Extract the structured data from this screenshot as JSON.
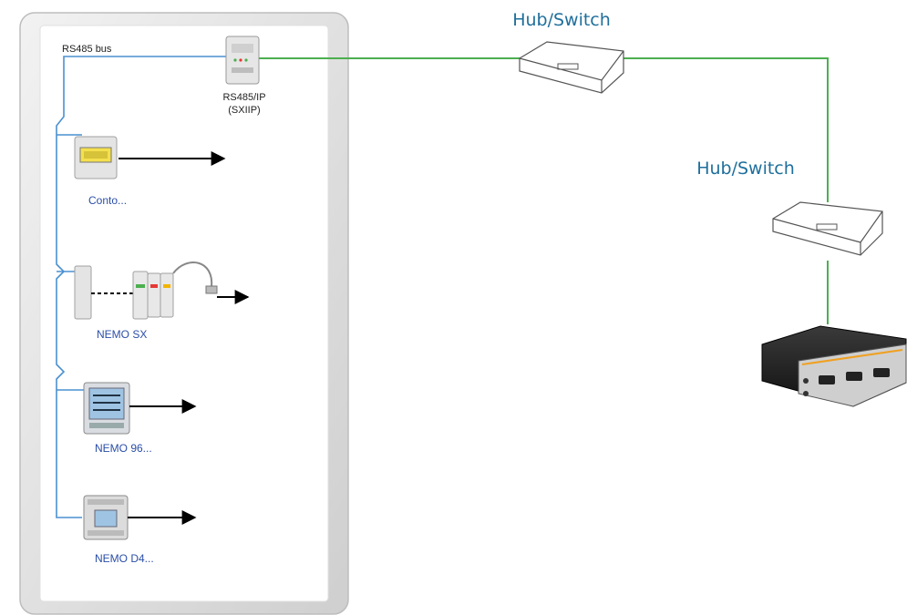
{
  "panel": {
    "bus_label": "RS485 bus"
  },
  "gateway": {
    "label_line1": "RS485/IP",
    "label_line2": "(SXIIP)"
  },
  "devices": [
    {
      "label": "Conto..."
    },
    {
      "label": "NEMO SX"
    },
    {
      "label": "NEMO 96..."
    },
    {
      "label": "NEMO D4..."
    }
  ],
  "hubs": [
    {
      "label": "Hub/Switch"
    },
    {
      "label": "Hub/Switch"
    }
  ],
  "colors": {
    "bus_line": "#4a90d0",
    "network_line": "#4caf50",
    "hub_label": "#1f6f9c",
    "device_label": "#2a4ea8"
  }
}
